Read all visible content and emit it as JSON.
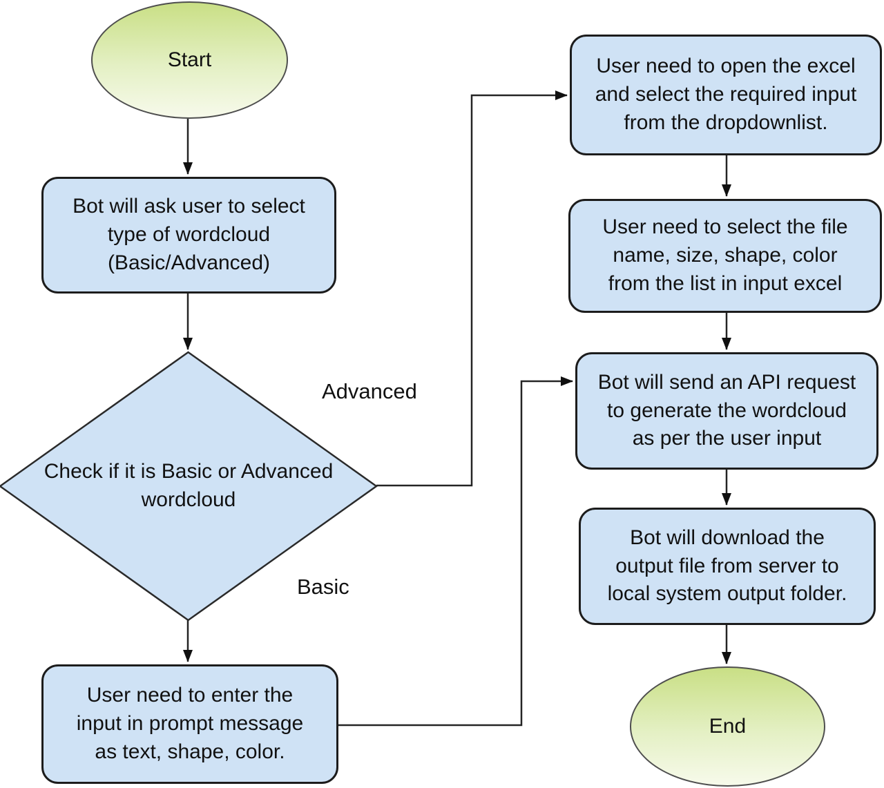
{
  "diagram": {
    "type": "flowchart",
    "nodes": {
      "start": {
        "shape": "terminal",
        "label": "Start"
      },
      "ask_type": {
        "shape": "process",
        "label": "Bot will ask user to select\ntype of wordcloud\n(Basic/Advanced)"
      },
      "check_type": {
        "shape": "decision",
        "label": "Check if it is Basic or Advanced\nwordcloud"
      },
      "prompt_input": {
        "shape": "process",
        "label": "User need to enter the\ninput in prompt message\nas text, shape, color."
      },
      "open_excel": {
        "shape": "process",
        "label": "User need to open the excel\nand select the required input\nfrom the dropdownlist."
      },
      "select_file": {
        "shape": "process",
        "label": "User need to select the file\nname, size, shape, color\nfrom the list in input excel"
      },
      "api_request": {
        "shape": "process",
        "label": "Bot will send an API request\nto generate the wordcloud\nas per the user input"
      },
      "download_output": {
        "shape": "process",
        "label": "Bot will download the\noutput file from server to\nlocal system output folder."
      },
      "end": {
        "shape": "terminal",
        "label": "End"
      }
    },
    "edge_labels": {
      "advanced": "Advanced",
      "basic": "Basic"
    },
    "colors": {
      "process_fill": "#cfe2f5",
      "process_stroke": "#1c1c1c",
      "decision_fill": "#cfe2f5",
      "terminal_gradient_top": "#c9df85",
      "terminal_gradient_bottom": "#f7faeb",
      "connector": "#242424",
      "text": "#111111"
    }
  }
}
